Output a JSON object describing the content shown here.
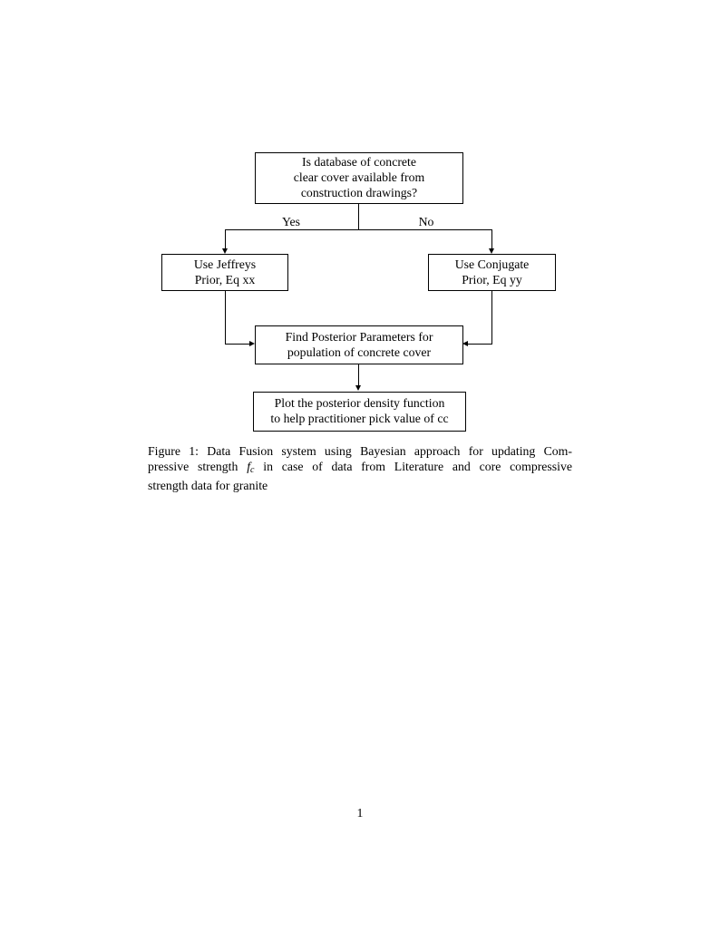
{
  "page": {
    "background_color": "#ffffff",
    "text_color": "#000000",
    "page_number": "1"
  },
  "figure": {
    "type": "flowchart",
    "nodes": {
      "decision": "Is database of concrete\nclear cover available from\nconstruction drawings?",
      "jeffreys": "Use Jeffreys\nPrior, Eq xx",
      "conjugate": "Use Conjugate\nPrior, Eq yy",
      "posterior": "Find Posterior Parameters for\npopulation of concrete cover",
      "plot": "Plot the posterior density function\nto help practitioner pick value of cc"
    },
    "edge_labels": {
      "yes": "Yes",
      "no": "No"
    }
  },
  "caption": {
    "line1": "Figure 1: Data Fusion system using Bayesian approach for updating Com-",
    "line2_before_math": "pressive strength",
    "math_base": "f",
    "math_subscript": "c",
    "line2_after_math": "in case of data from Literature and core compressive",
    "line3": "strength data for granite"
  }
}
